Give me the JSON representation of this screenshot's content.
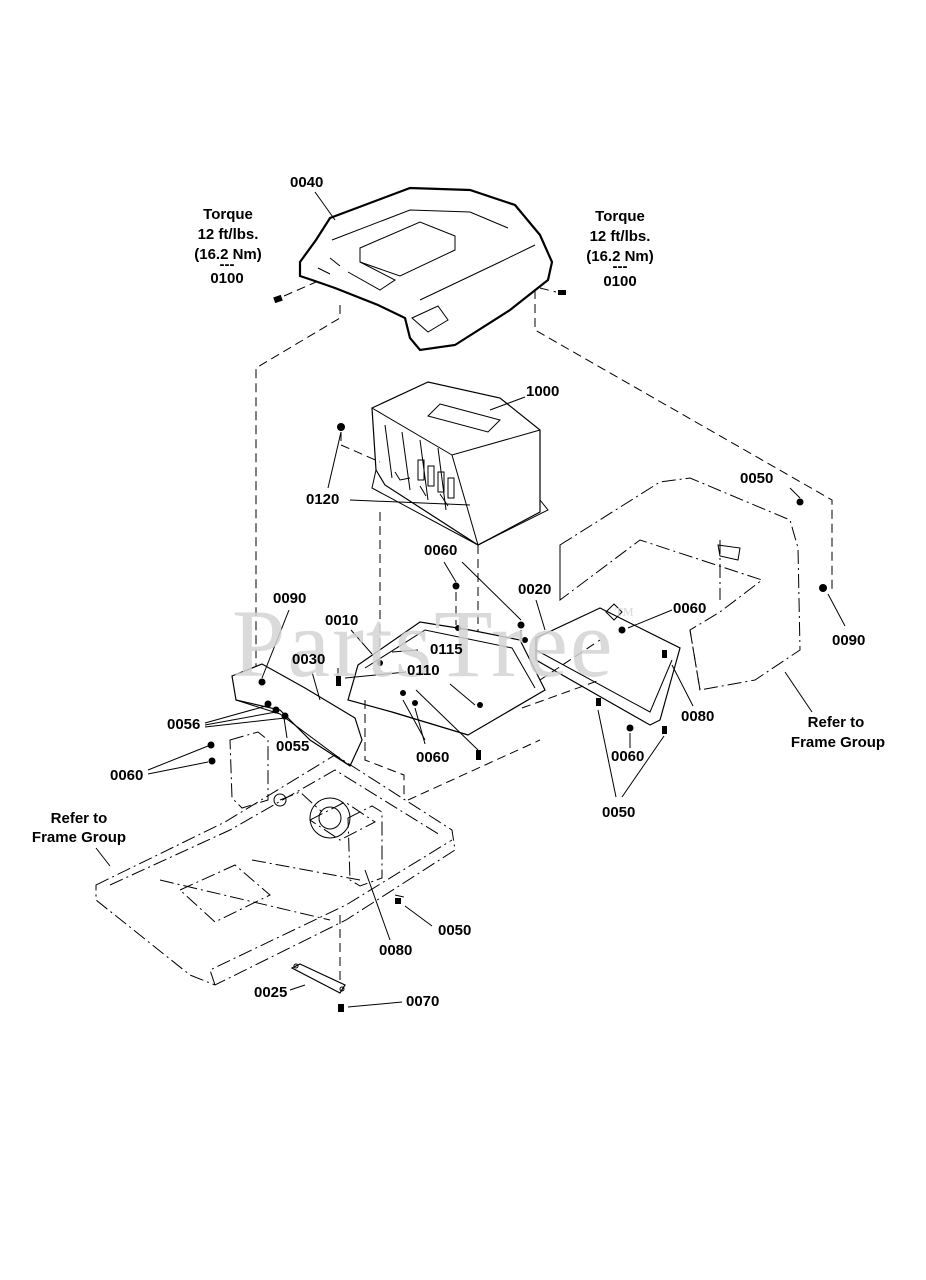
{
  "watermark": "PartsTree",
  "watermark_mark": "™",
  "torque_left": {
    "line1": "Torque",
    "line2": "12 ft/lbs.",
    "line3": "(16.2 Nm)",
    "sep": "---",
    "part": "0100"
  },
  "torque_right": {
    "line1": "Torque",
    "line2": "12 ft/lbs.",
    "line3": "(16.2 Nm)",
    "sep": "---",
    "part": "0100"
  },
  "callouts": {
    "c0040": "0040",
    "c1000": "1000",
    "c0120": "0120",
    "c0050_top": "0050",
    "c0060_mid": "0060",
    "c0090_left": "0090",
    "c0010": "0010",
    "c0115": "0115",
    "c0020": "0020",
    "c0060_right": "0060",
    "c0090_right": "0090",
    "c0030": "0030",
    "c0110": "0110",
    "c0056": "0056",
    "c0055": "0055",
    "c0060_left": "0060",
    "c0060_plate": "0060",
    "c0080_right": "0080",
    "c0060_lower": "0060",
    "c0050_lower": "0050",
    "c0050_bottom": "0050",
    "c0080_bottom": "0080",
    "c0025": "0025",
    "c0070": "0070"
  },
  "refs": {
    "left_line1": "Refer to",
    "left_line2": "Frame Group",
    "right_line1": "Refer to",
    "right_line2": "Frame Group"
  }
}
